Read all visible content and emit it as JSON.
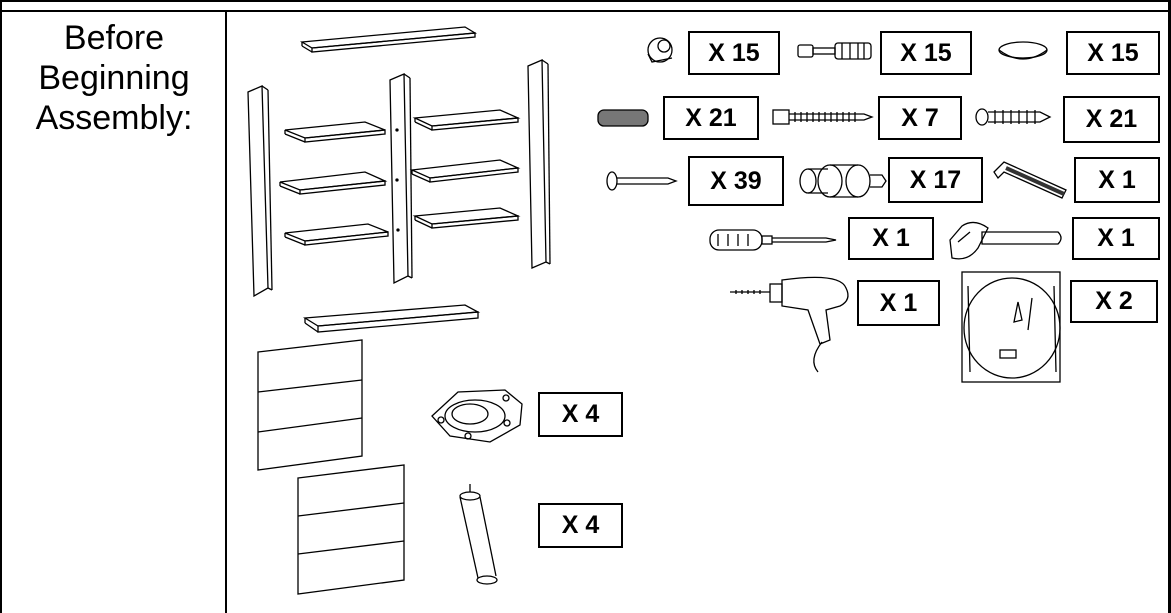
{
  "heading": {
    "line1": "Before",
    "line2": "Beginning",
    "line3": "Assembly:"
  },
  "quantities": {
    "cam_lock": "X 15",
    "cam_bolt": "X 15",
    "cap": "X 15",
    "dowel": "X 21",
    "long_screw": "X 7",
    "short_screw": "X 21",
    "nail": "X 39",
    "connector": "X 17",
    "allen_key": "X 1",
    "screwdriver": "X 1",
    "hammer": "X 1",
    "drill": "X 1",
    "wall_anchor_kit": "X 2",
    "leg_plate": "X 4",
    "leg": "X 4"
  }
}
